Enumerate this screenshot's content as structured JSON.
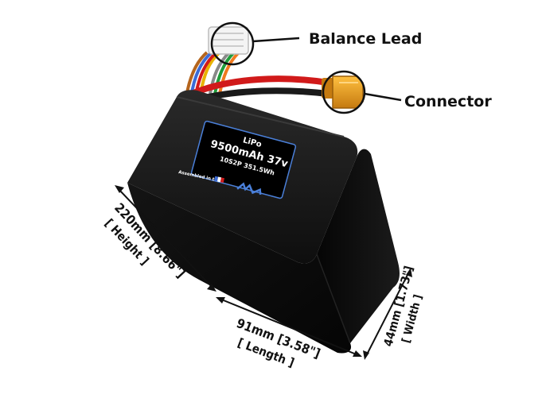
{
  "callouts": {
    "balance_lead": "Balance Lead",
    "connector": "Connector"
  },
  "sticker": {
    "line1": "LiPo",
    "line2": "9500mAh 37v",
    "line3": "10S2P 351.5Wh",
    "assembled": "Assembled in the"
  },
  "dimensions": {
    "height_value": "220mm [8.66\"]",
    "height_label": "[ Height ]",
    "length_value": "91mm [3.58\"]",
    "length_label": "[ Length ]",
    "width_value": "44mm [1.73\"]",
    "width_label": "[ Width ]"
  },
  "colors": {
    "battery_body": "#0b0b0b",
    "red_wire": "#d11a1a",
    "connector": "#f0a020",
    "sticker_border": "#4a7fd8"
  }
}
